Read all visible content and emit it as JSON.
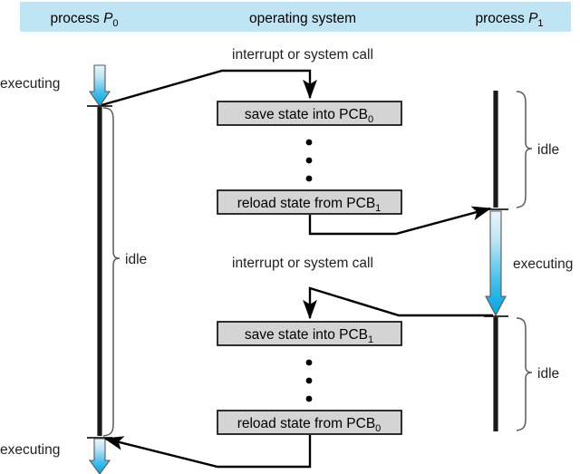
{
  "diagram": {
    "title_bar": {
      "background": "#bfe5f4",
      "columns": [
        {
          "name": "process-p0",
          "text": "process ",
          "italic": "P",
          "sub": "0"
        },
        {
          "name": "operating-system",
          "text": "operating system",
          "italic": "",
          "sub": ""
        },
        {
          "name": "process-p1",
          "text": "process ",
          "italic": "P",
          "sub": "1"
        }
      ]
    },
    "events": [
      {
        "id": "interrupt-1",
        "label": "interrupt or system call"
      },
      {
        "id": "interrupt-2",
        "label": "interrupt or system call"
      }
    ],
    "boxes": [
      {
        "id": "save-pcb0",
        "text": "save state into PCB",
        "sub": "0"
      },
      {
        "id": "reload-pcb1",
        "text": "reload state from PCB",
        "sub": "1"
      },
      {
        "id": "save-pcb1",
        "text": "save state into PCB",
        "sub": "1"
      },
      {
        "id": "reload-pcb0",
        "text": "reload state from PCB",
        "sub": "0"
      }
    ],
    "state_labels": [
      {
        "id": "executing-p0-top",
        "text": "executing"
      },
      {
        "id": "idle-p1-top",
        "text": "idle"
      },
      {
        "id": "idle-p0",
        "text": "idle"
      },
      {
        "id": "executing-p1",
        "text": "executing"
      },
      {
        "id": "idle-p1-bottom",
        "text": "idle"
      },
      {
        "id": "executing-p0-bottom",
        "text": "executing"
      }
    ],
    "colors": {
      "header_bg": "#bfe5f4",
      "box_fill": "#d4d4d4",
      "box_stroke": "#000000",
      "bar_stroke": "#1a1a1a",
      "arrow_blue_top": "#d9eef8",
      "arrow_blue_bottom": "#00a6e2",
      "brace_stroke": "#58595b",
      "connector_stroke": "#000000"
    }
  }
}
